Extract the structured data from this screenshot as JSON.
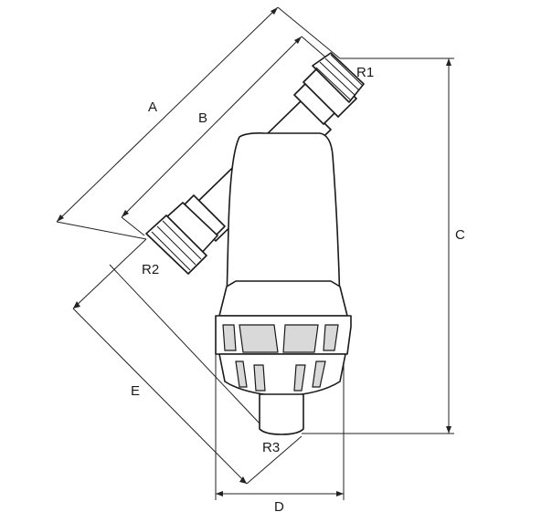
{
  "labels": {
    "A": "A",
    "B": "B",
    "C": "C",
    "D": "D",
    "E": "E",
    "R1": "R1",
    "R2": "R2",
    "R3": "R3"
  }
}
